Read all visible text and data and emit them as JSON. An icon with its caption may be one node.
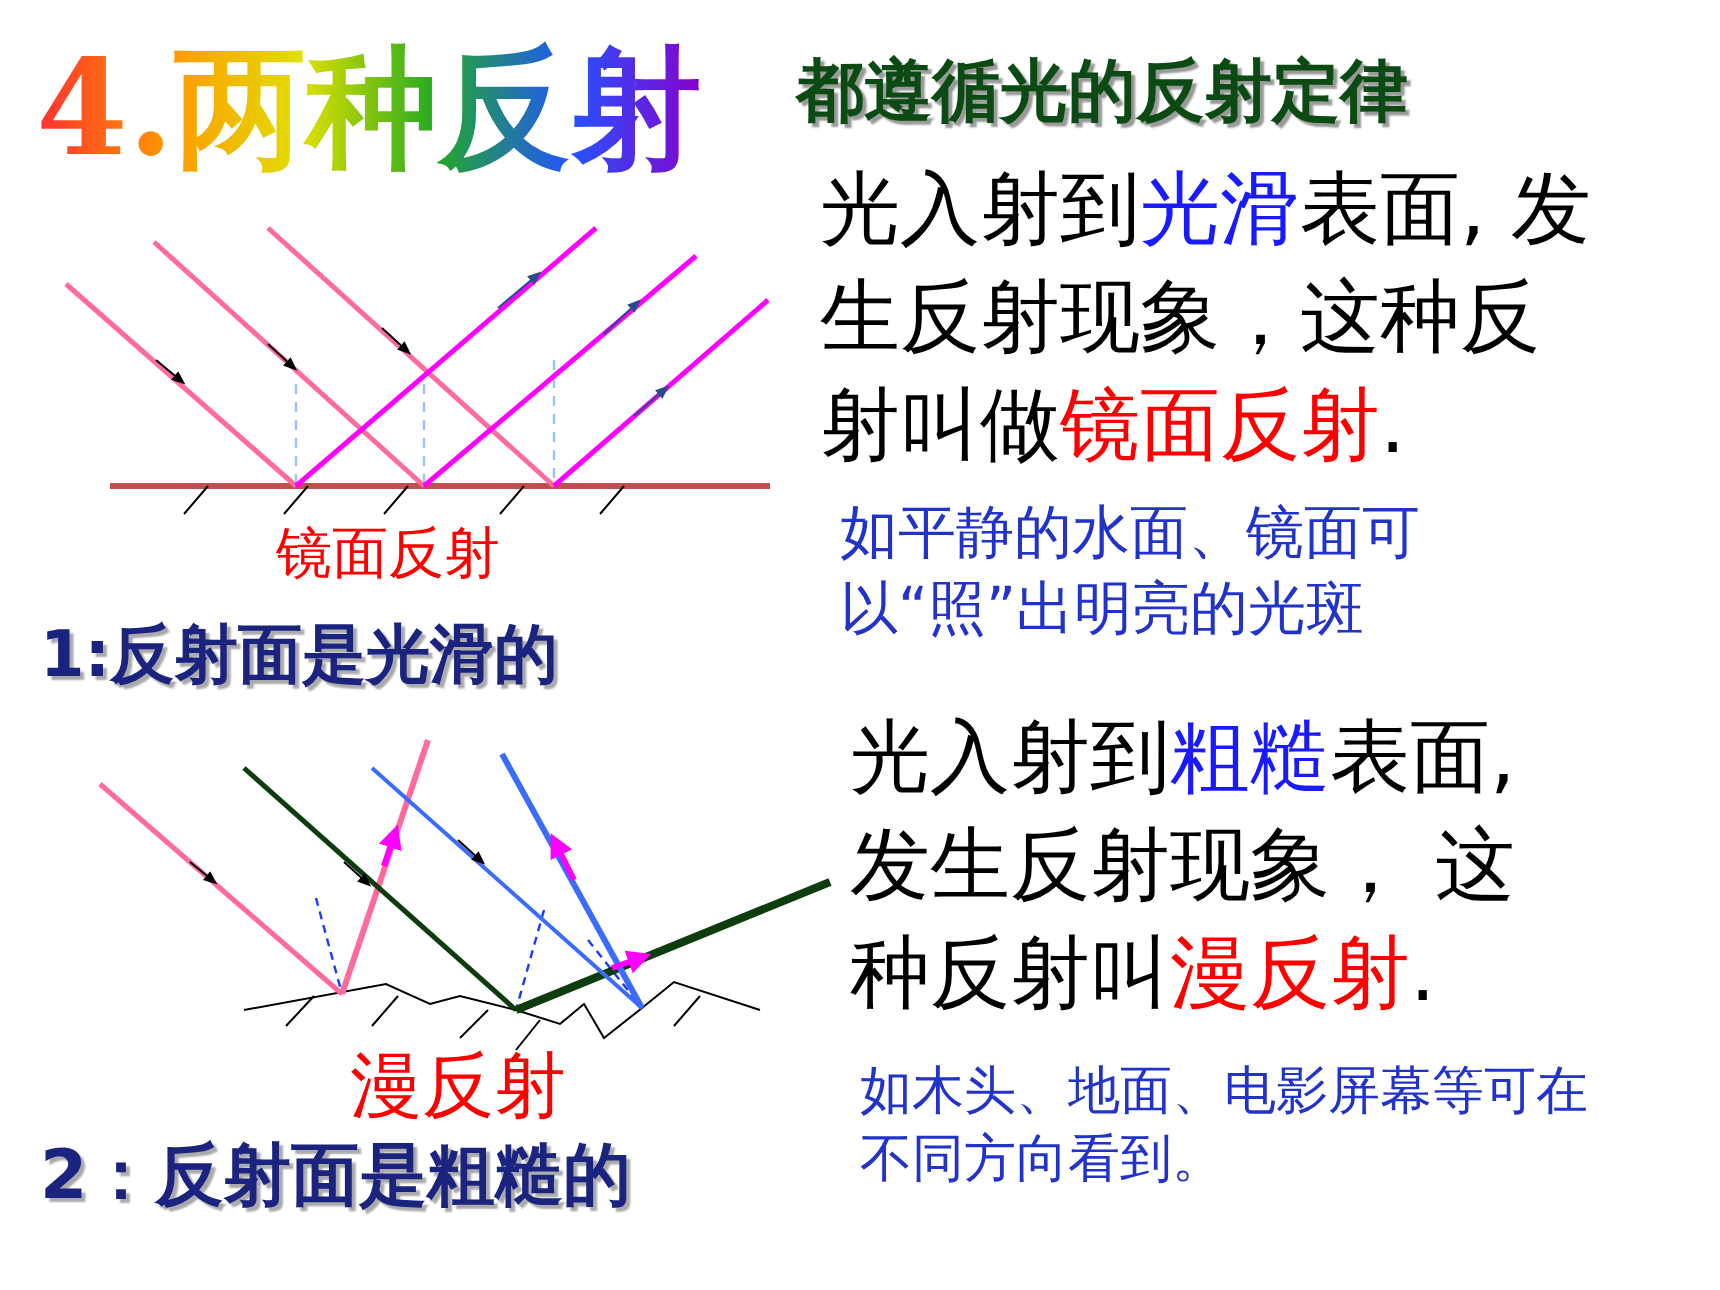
{
  "diagram": {
    "title": "4.两种反射",
    "labels": [
      "都遵循光的反射定律",
      "光入射到**光滑**表面, 发生反射现象，这种反射叫做**镜面反射**.",
      "镜面反射",
      "如平静的水面、镜面可以“照”出明亮的光斑",
      "1:反射面是光滑的",
      "光入射到**粗糙**表面, 发生反射现象， 这种反射叫**漫反射**.",
      "漫反射",
      "2：反射面是粗糙的",
      "如木头、地面、电影屏幕等可在不同方向看到。"
    ]
  }
}
